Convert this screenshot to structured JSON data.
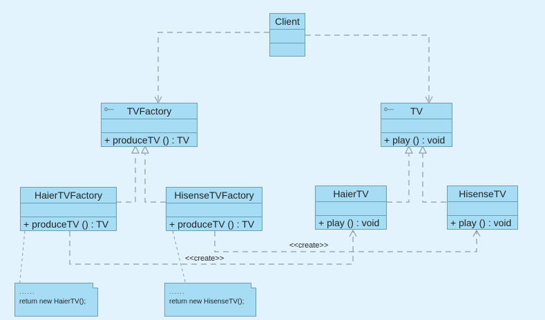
{
  "diagram": {
    "type": "UML class diagram",
    "classes": {
      "client": {
        "name": "Client",
        "operations": []
      },
      "tvfactory": {
        "name": "TVFactory",
        "stereotype_icon": "interface-icon",
        "operation": "+  produceTV () : TV"
      },
      "tv": {
        "name": "TV",
        "stereotype_icon": "interface-icon",
        "operation": "+  play () : void"
      },
      "haiertvfactory": {
        "name": "HaierTVFactory",
        "operation": "+ produceTV () : TV"
      },
      "hisensetvfactory": {
        "name": "HisenseTVFactory",
        "operation": "+ produceTV () : TV"
      },
      "haiertv": {
        "name": "HaierTV",
        "operation": "+  play () : void"
      },
      "hisensetv": {
        "name": "HisenseTV",
        "operation": "+ play () : void"
      }
    },
    "notes": {
      "haier_note": {
        "dots": "......",
        "code": "return new HaierTV();"
      },
      "hisense_note": {
        "dots": "......",
        "code": "return new HisenseTV();"
      }
    },
    "labels": {
      "create_haier": "<<create>>",
      "create_hisense": "<<create>>"
    },
    "relationships": [
      {
        "from": "Client",
        "to": "TVFactory",
        "kind": "dependency"
      },
      {
        "from": "Client",
        "to": "TV",
        "kind": "dependency"
      },
      {
        "from": "HaierTVFactory",
        "to": "TVFactory",
        "kind": "realization"
      },
      {
        "from": "HisenseTVFactory",
        "to": "TVFactory",
        "kind": "realization"
      },
      {
        "from": "HaierTV",
        "to": "TV",
        "kind": "realization"
      },
      {
        "from": "HisenseTV",
        "to": "TV",
        "kind": "realization"
      },
      {
        "from": "HaierTVFactory",
        "to": "HaierTV",
        "kind": "dependency",
        "label": "<<create>>"
      },
      {
        "from": "HisenseTVFactory",
        "to": "HisenseTV",
        "kind": "dependency",
        "label": "<<create>>"
      }
    ]
  }
}
